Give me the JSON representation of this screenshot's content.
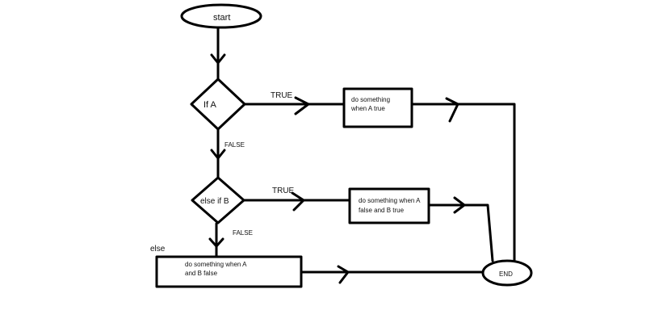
{
  "nodes": {
    "start": "start",
    "if_a": "If A",
    "action_a": [
      "do something",
      "when A true"
    ],
    "else_if_b": "else if B",
    "action_b": [
      "do something when A",
      "false and B true"
    ],
    "else_label": "else",
    "action_else": [
      "do something when A",
      "and B false"
    ],
    "end": "END"
  },
  "edges": {
    "if_a_true": "TRUE",
    "if_a_false": "FALSE",
    "else_if_b_true": "TRUE",
    "else_if_b_false": "FALSE"
  }
}
